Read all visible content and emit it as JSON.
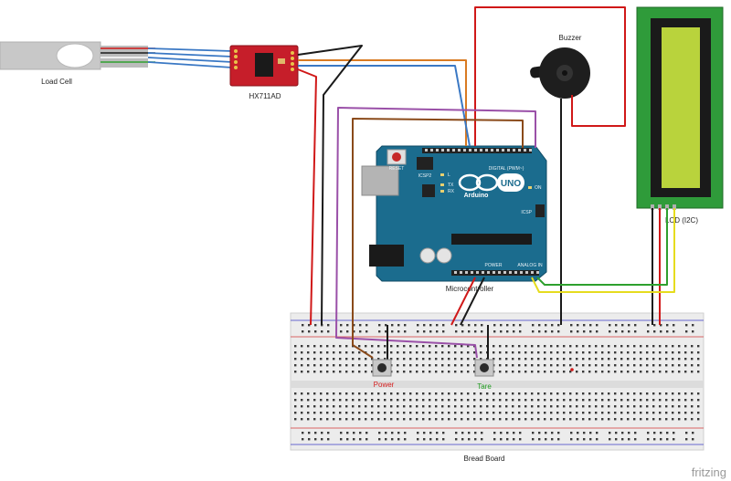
{
  "components": {
    "load_cell": "Load Cell",
    "hx711": "HX711AD",
    "buzzer": "Buzzer",
    "lcd": "LCD (I2C)",
    "microcontroller": "Microcontroller",
    "breadboard": "Bread Board",
    "button_power": "Power",
    "button_tare": "Tare"
  },
  "arduino": {
    "logo_text": "UNO",
    "brand_text": "Arduino",
    "reset_label": "RESET",
    "icsp_label": "ICSP2",
    "digital_label": "DIGITAL (PWM~)",
    "analog_label": "ANALOG IN",
    "power_label": "POWER",
    "on_label": "ON",
    "icsp1_label": "ICSP",
    "led_l": "L",
    "led_tx": "TX",
    "led_rx": "RX"
  },
  "footer": {
    "brand": "fritzing"
  },
  "colors": {
    "wire_red": "#d01818",
    "wire_black": "#1a1a1a",
    "wire_blue": "#3a78c4",
    "wire_orange": "#d97a22",
    "wire_brown": "#8a4a1a",
    "wire_purple": "#9a50a8",
    "wire_yellow": "#e6dc1e",
    "wire_green": "#2ea02e",
    "board_blue": "#1b6c8e",
    "hx711_red": "#c61e2a",
    "lcd_green": "#2f9b3a",
    "lcd_screen": "#b9d33c"
  }
}
